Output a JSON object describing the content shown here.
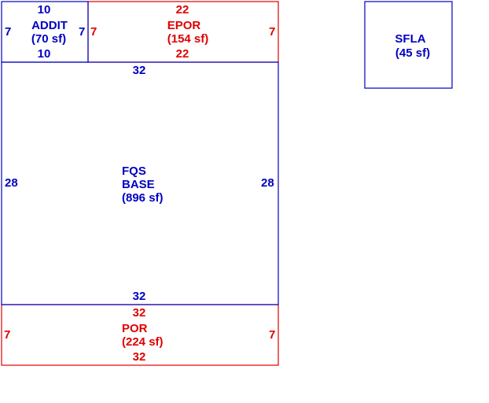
{
  "colors": {
    "blue": "#0000c0",
    "red": "#e00000"
  },
  "areas": {
    "addit": {
      "name": "ADDIT",
      "area": "(70 sf)",
      "dim_top": "10",
      "dim_bottom": "10",
      "dim_left": "7",
      "dim_right": "7",
      "color": "#0000c0"
    },
    "epor": {
      "name": "EPOR",
      "area": "(154 sf)",
      "dim_top": "22",
      "dim_bottom": "22",
      "dim_left": "7",
      "dim_right": "7",
      "color": "#e00000"
    },
    "base": {
      "name_line1": "FQS",
      "name_line2": "BASE",
      "area": "(896 sf)",
      "dim_top": "32",
      "dim_bottom": "32",
      "dim_left": "28",
      "dim_right": "28",
      "color": "#0000c0"
    },
    "por": {
      "name": "POR",
      "area": "(224 sf)",
      "dim_top": "32",
      "dim_bottom": "32",
      "dim_left": "7",
      "dim_right": "7",
      "color": "#e00000"
    },
    "sfla": {
      "name": "SFLA",
      "area": "(45 sf)",
      "color": "#0000c0"
    }
  }
}
